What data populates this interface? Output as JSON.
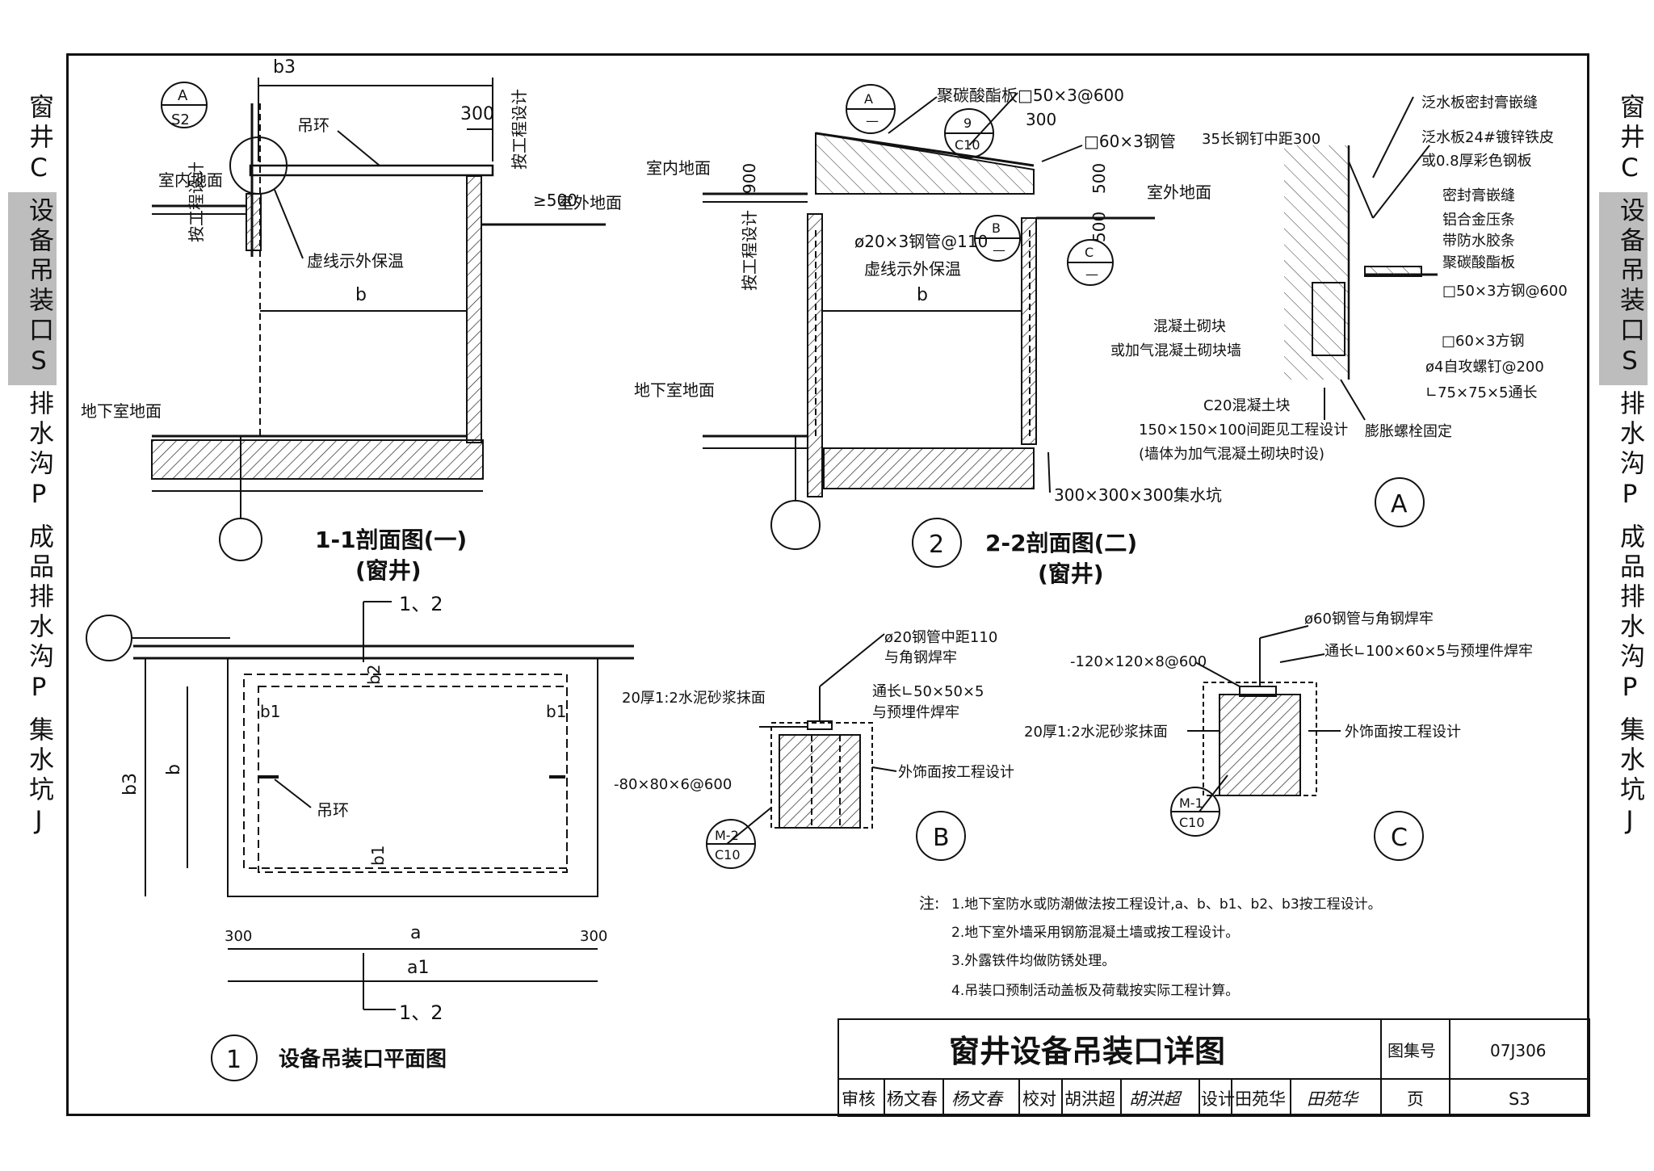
{
  "sidebar_left": [
    {
      "label": "窗井C",
      "active": false
    },
    {
      "label": "设备吊装口S",
      "active": true
    },
    {
      "label": "排水沟P",
      "active": false
    },
    {
      "label": "成品排水沟P",
      "active": false
    },
    {
      "label": "集水坑J",
      "active": false
    }
  ],
  "sidebar_right": [
    {
      "label": "窗井C",
      "active": false
    },
    {
      "label": "设备吊装口S",
      "active": true
    },
    {
      "label": "排水沟P",
      "active": false
    },
    {
      "label": "成品排水沟P",
      "active": false
    },
    {
      "label": "集水坑J",
      "active": false
    }
  ],
  "section1": {
    "title": "1-1剖面图(一)",
    "subtitle": "(窗井)",
    "b3": "b3",
    "d300": "300",
    "ring": "吊环",
    "indoor": "室内地面",
    "design_a": "按工程设计",
    "design_b": "按工程设计",
    "d500": "≥500",
    "outdoor": "室外地面",
    "dashed": "虚线示外保温",
    "b": "b",
    "basement": "地下室地面",
    "callout_top": "A",
    "callout_bot": "S2"
  },
  "section2": {
    "number": "2",
    "title": "2-2剖面图(二)",
    "subtitle": "(窗井)",
    "pc_board": "聚碳酸酯板",
    "tube50": "□50×3@600",
    "d300": "300",
    "tube60": "□60×3钢管",
    "indoor": "室内地面",
    "d900": "900",
    "d500": "500",
    "d500b": "500",
    "outdoor": "室外地面",
    "design": "按工程设计",
    "pipe": "ø20×3钢管@110",
    "dashed": "虚线示外保温",
    "b": "b",
    "basement": "地下室地面",
    "sump": "300×300×300集水坑",
    "callA_top": "A",
    "callA_bot": "—",
    "call9_top": "9",
    "call9_bot": "C10",
    "callB_top": "B",
    "callB_bot": "—",
    "callC_top": "C",
    "callC_bot": "—"
  },
  "detailA": {
    "label": "A",
    "n1": "泛水板密封膏嵌缝",
    "n2": "35长钢钉中距300",
    "n3": "泛水板24#镀锌铁皮",
    "n4": "或0.8厚彩色钢板",
    "n5": "密封膏嵌缝",
    "n6": "铝合金压条",
    "n7": "带防水胶条",
    "n8": "聚碳酸酯板",
    "n9": "□50×3方钢@600",
    "n10": "混凝土砌块",
    "n11": "或加气混凝土砌块墙",
    "n12": "□60×3方钢",
    "n13": "ø4自攻螺钉@200",
    "n14": "∟75×75×5通长",
    "n15": "C20混凝土块",
    "n16": "150×150×100间距见工程设计",
    "n17": "(墙体为加气混凝土砌块时设)",
    "n18": "膨胀螺栓固定"
  },
  "plan": {
    "number": "1",
    "title": "设备吊装口平面图",
    "cut_top": "1、2",
    "cut_bot": "1、2",
    "b2": "b2",
    "b1_left": "b1",
    "b1_right": "b1",
    "b1_bottom": "b1",
    "b3": "b3",
    "b": "b",
    "ring": "吊环",
    "a": "a",
    "a1": "a1",
    "d300_left": "300",
    "d300_right": "300"
  },
  "detailB": {
    "label": "B",
    "n1": "ø20钢管中距110",
    "n2": "与角钢焊牢",
    "n3": "20厚1:2水泥砂浆抹面",
    "n4": "通长∟50×50×5",
    "n5": "与预埋件焊牢",
    "n6": "-80×80×6@600",
    "n7": "外饰面按工程设计",
    "call_top": "M-2",
    "call_bot": "C10"
  },
  "detailC": {
    "label": "C",
    "n1": "ø60钢管与角钢焊牢",
    "n2": "-120×120×8@600",
    "n3": "通长∟100×60×5与预埋件焊牢",
    "n4": "20厚1:2水泥砂浆抹面",
    "n5": "外饰面按工程设计",
    "call_top": "M-1",
    "call_bot": "C10"
  },
  "notes": {
    "label": "注:",
    "items": [
      "1.地下室防水或防潮做法按工程设计,a、b、b1、b2、b3按工程设计。",
      "2.地下室外墙采用钢筋混凝土墙或按工程设计。",
      "3.外露铁件均做防锈处理。",
      "4.吊装口预制活动盖板及荷载按实际工程计算。"
    ]
  },
  "title_block": {
    "title": "窗井设备吊装口详图",
    "atlas_label": "图集号",
    "atlas_value": "07J306",
    "reviewer_label": "审核",
    "reviewer_name": "杨文春",
    "reviewer_sig": "杨文春",
    "checker_label": "校对",
    "checker_name": "胡洪超",
    "checker_sig": "胡洪超",
    "designer_label": "设计",
    "designer_name": "田苑华",
    "designer_sig": "田苑华",
    "page_label": "页",
    "page_value": "S3"
  }
}
